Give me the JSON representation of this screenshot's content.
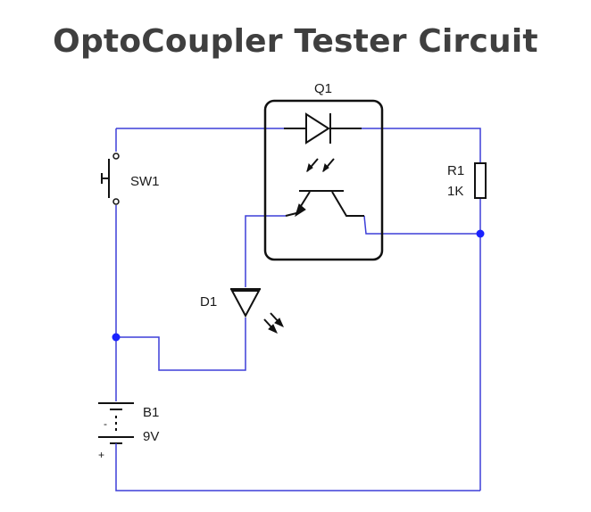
{
  "title": "OptoCoupler Tester Circuit",
  "components": {
    "optocoupler": {
      "ref": "Q1"
    },
    "switch": {
      "ref": "SW1"
    },
    "resistor": {
      "ref": "R1",
      "value": "1K"
    },
    "led": {
      "ref": "D1"
    },
    "battery": {
      "ref": "B1",
      "value": "9V",
      "minus_mark": "-",
      "plus_mark": "+"
    }
  },
  "colors": {
    "wire": "#3d3fd8",
    "junction": "#1a22ff",
    "symbol": "#111111",
    "title": "#3f3f3f"
  }
}
